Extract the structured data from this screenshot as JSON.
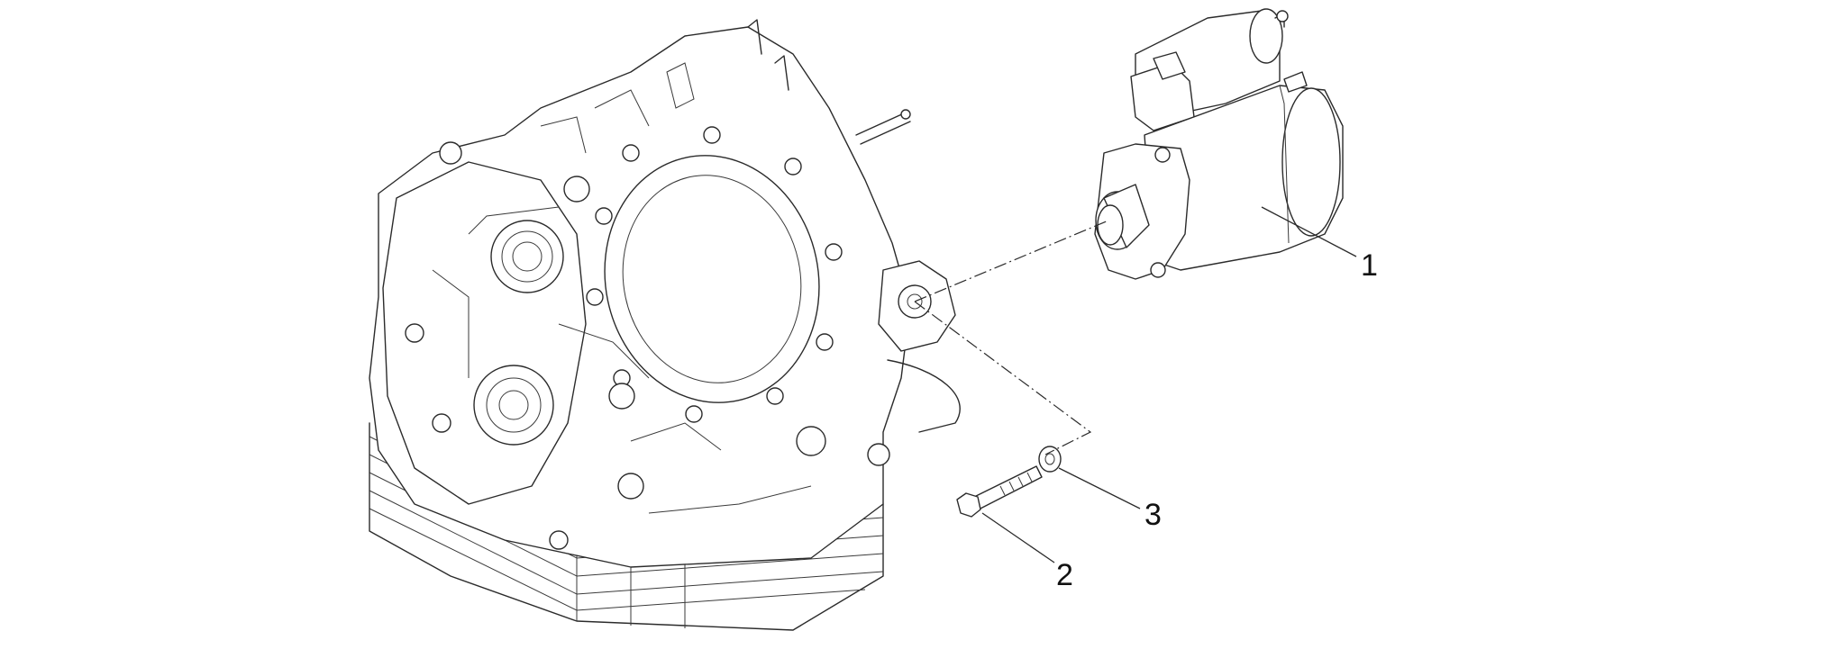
{
  "callouts": [
    {
      "id": "starter-motor",
      "number": "1"
    },
    {
      "id": "bolt",
      "number": "2"
    },
    {
      "id": "washer",
      "number": "3"
    }
  ],
  "colors": {
    "line": "#2b2b2b",
    "background": "#ffffff"
  }
}
